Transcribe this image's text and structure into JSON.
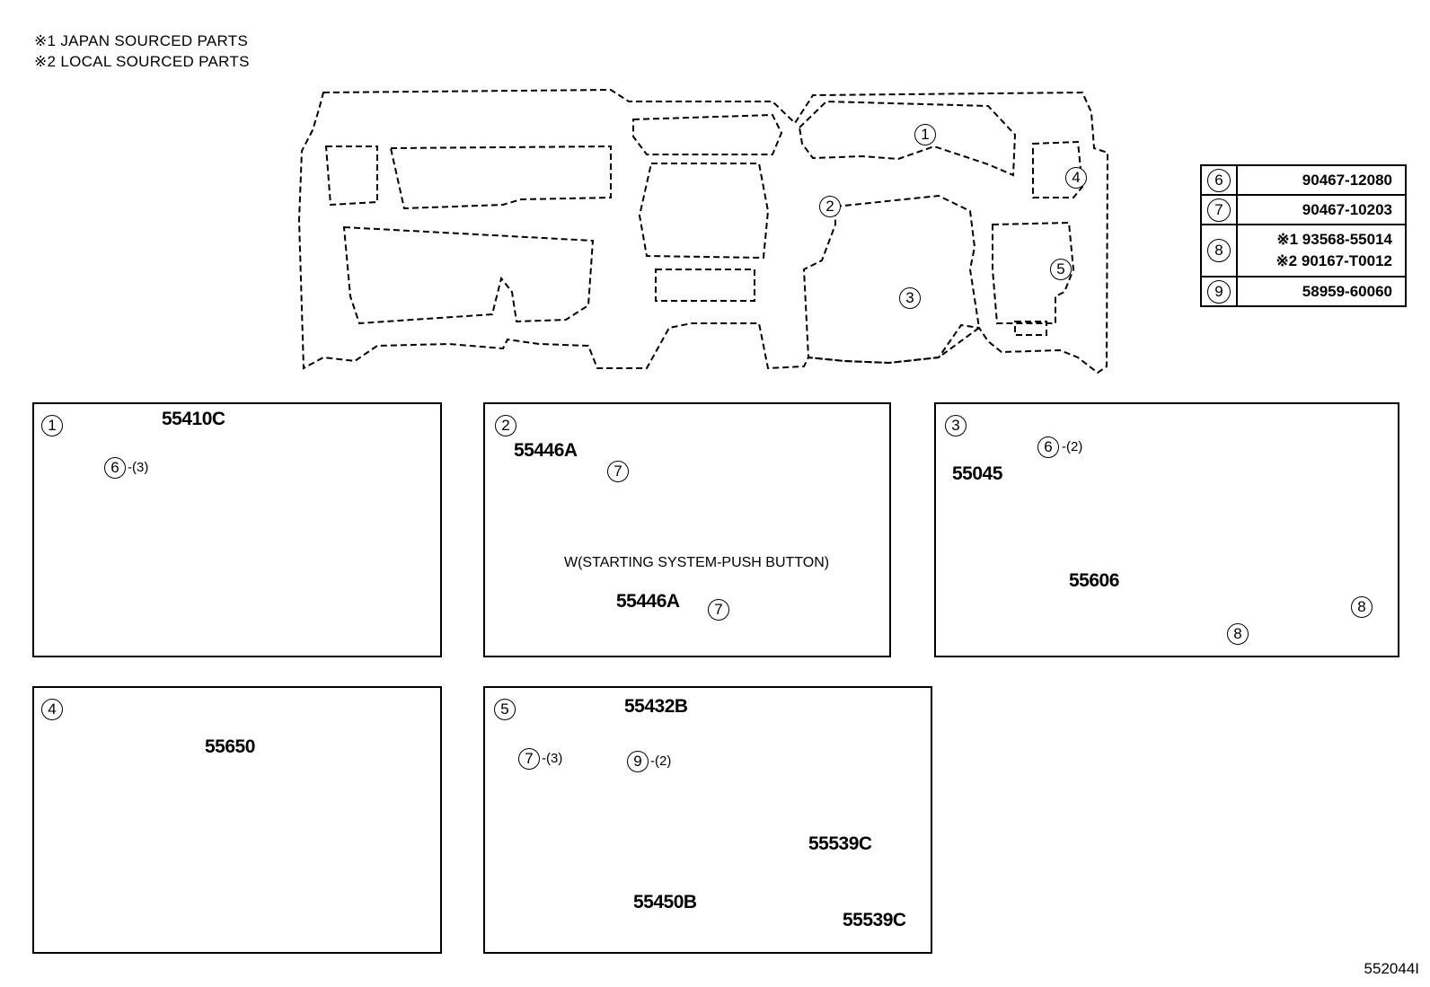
{
  "notes": {
    "note1": "※1 JAPAN SOURCED PARTS",
    "note2": "※2 LOCAL SOURCED PARTS"
  },
  "overview_labels": [
    "1",
    "2",
    "3",
    "4",
    "5"
  ],
  "part_table": {
    "rows": [
      {
        "num": "6",
        "part": "90467-12080"
      },
      {
        "num": "7",
        "part": "90467-10203"
      },
      {
        "num": "8",
        "part": "※1 93568-55014",
        "part2": "※2 90167-T0012"
      },
      {
        "num": "9",
        "part": "58959-60060"
      }
    ]
  },
  "panel1": {
    "num": "1",
    "part": "55410C",
    "ref_num": "6",
    "qty": "-(3)"
  },
  "panel2": {
    "num": "2",
    "part_a": "55446A",
    "ref_a": "7",
    "variant": "W(STARTING SYSTEM-PUSH BUTTON)",
    "part_b": "55446A",
    "ref_b": "7"
  },
  "panel3": {
    "num": "3",
    "part_a": "55045",
    "ref_6": "6",
    "qty_6": "-(2)",
    "part_b": "55606",
    "ref_8a": "8",
    "ref_8b": "8"
  },
  "panel4": {
    "num": "4",
    "part": "55650"
  },
  "panel5": {
    "num": "5",
    "part": "55432B",
    "ref_7": "7",
    "qty_7": "-(3)",
    "ref_9": "9",
    "qty_9": "-(2)",
    "part_box": "55450B",
    "part_c1": "55539C",
    "part_c2": "55539C"
  },
  "reference": "552044I"
}
